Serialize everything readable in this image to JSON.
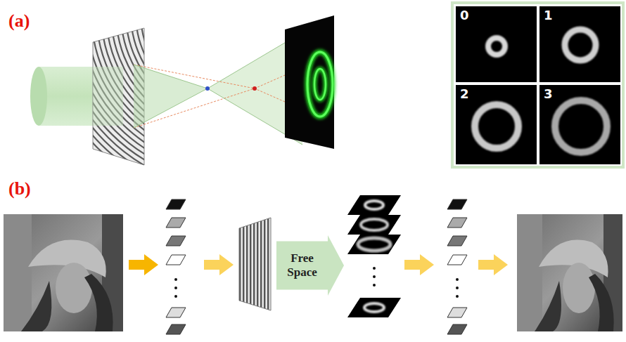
{
  "diagram": {
    "nodes": [
      {
        "text": [
          "0"
        ]
      },
      {
        "text": [
          "1"
        ]
      },
      {
        "text": [
          "2"
        ]
      },
      {
        "text": [
          "3"
        ]
      },
      {
        "text": [
          "Free Space"
        ]
      }
    ],
    "labels": [
      "(a)",
      "(b)"
    ]
  }
}
